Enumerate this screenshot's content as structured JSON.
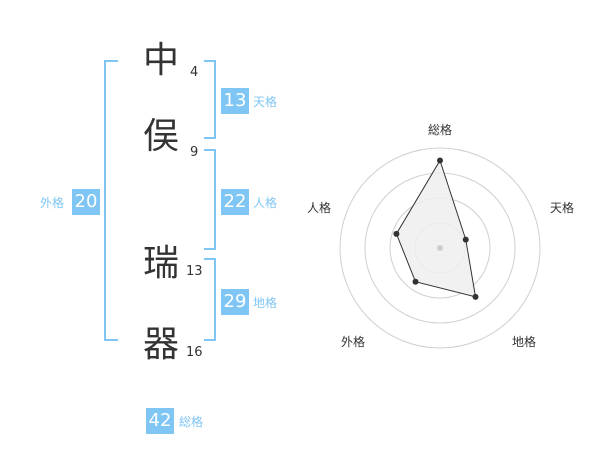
{
  "name_chars": [
    {
      "char": "中",
      "strokes": "4"
    },
    {
      "char": "俣",
      "strokes": "9"
    },
    {
      "char": "瑞",
      "strokes": "13"
    },
    {
      "char": "器",
      "strokes": "16"
    }
  ],
  "scores": {
    "tenkaku": {
      "value": "13",
      "label": "天格"
    },
    "jinkaku": {
      "value": "22",
      "label": "人格"
    },
    "chikaku": {
      "value": "29",
      "label": "地格"
    },
    "gaikaku": {
      "value": "20",
      "label": "外格"
    },
    "soukaku": {
      "value": "42",
      "label": "総格"
    }
  },
  "colors": {
    "accent": "#7fc6f4",
    "text": "#333333",
    "radar_fill": "#eeeeee"
  },
  "chart_data": {
    "type": "radar",
    "axes": [
      "総格",
      "天格",
      "地格",
      "外格",
      "人格"
    ],
    "values": [
      42,
      13,
      29,
      20,
      22
    ]
  }
}
